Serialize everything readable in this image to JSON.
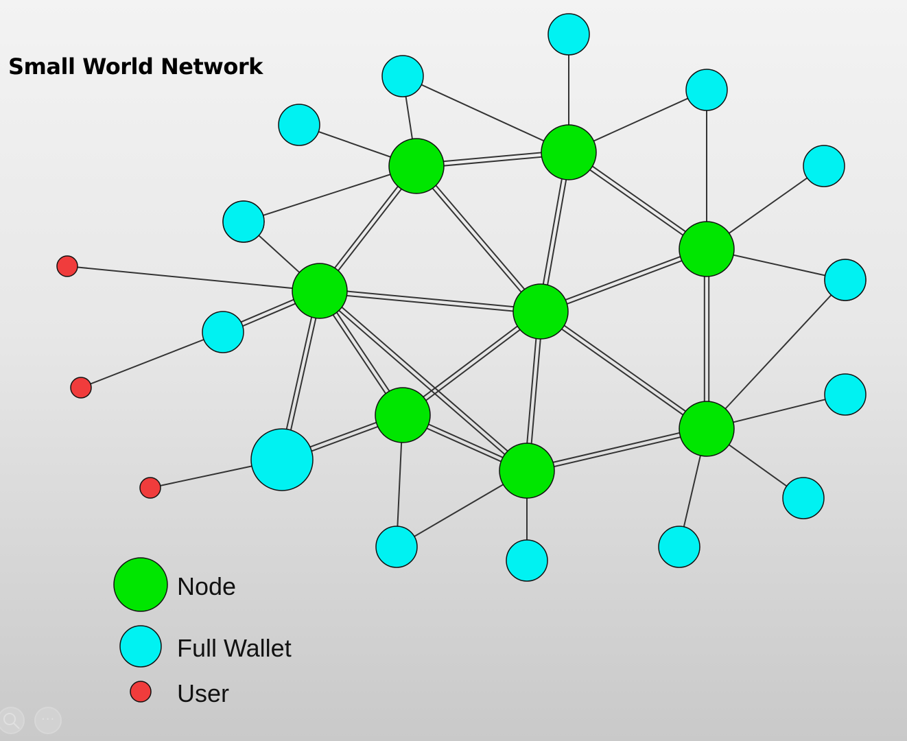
{
  "title": "Small World Network",
  "legend": {
    "node": "Node",
    "full_wallet": "Full Wallet",
    "user": "User"
  },
  "colors": {
    "node": "#00e600",
    "full_wallet": "#00f2f2",
    "user": "#f03c3c",
    "edge": "#333333"
  },
  "icons": {
    "zoom": "magnifier-icon",
    "more": "ellipsis-icon"
  },
  "graph": {
    "nodes": [
      {
        "id": "N1",
        "type": "node"
      },
      {
        "id": "N2",
        "type": "node"
      },
      {
        "id": "N3",
        "type": "node"
      },
      {
        "id": "N4",
        "type": "node"
      },
      {
        "id": "N5",
        "type": "node"
      },
      {
        "id": "N6",
        "type": "node"
      },
      {
        "id": "N7",
        "type": "node"
      },
      {
        "id": "N8",
        "type": "node"
      },
      {
        "id": "W1",
        "type": "full_wallet"
      },
      {
        "id": "W2",
        "type": "full_wallet"
      },
      {
        "id": "W3",
        "type": "full_wallet"
      },
      {
        "id": "W4",
        "type": "full_wallet"
      },
      {
        "id": "W5",
        "type": "full_wallet"
      },
      {
        "id": "W6",
        "type": "full_wallet"
      },
      {
        "id": "W7",
        "type": "full_wallet"
      },
      {
        "id": "W8",
        "type": "full_wallet"
      },
      {
        "id": "W9",
        "type": "full_wallet"
      },
      {
        "id": "W10",
        "type": "full_wallet"
      },
      {
        "id": "W11",
        "type": "full_wallet"
      },
      {
        "id": "W12",
        "type": "full_wallet"
      },
      {
        "id": "W13",
        "type": "full_wallet"
      },
      {
        "id": "W14",
        "type": "full_wallet"
      },
      {
        "id": "W15",
        "type": "full_wallet"
      },
      {
        "id": "W16",
        "type": "full_wallet"
      },
      {
        "id": "U1",
        "type": "user"
      },
      {
        "id": "U2",
        "type": "user"
      },
      {
        "id": "U3",
        "type": "user"
      }
    ],
    "edges": [
      {
        "from": "N1",
        "to": "N2",
        "style": "double"
      },
      {
        "from": "N1",
        "to": "N4",
        "style": "double"
      },
      {
        "from": "N1",
        "to": "N5",
        "style": "double"
      },
      {
        "from": "N1",
        "to": "W1",
        "style": "single"
      },
      {
        "from": "N1",
        "to": "W3",
        "style": "single"
      },
      {
        "from": "N1",
        "to": "W5",
        "style": "single"
      },
      {
        "from": "N2",
        "to": "N3",
        "style": "double"
      },
      {
        "from": "N2",
        "to": "N5",
        "style": "double"
      },
      {
        "from": "N2",
        "to": "W1",
        "style": "single"
      },
      {
        "from": "N2",
        "to": "W2",
        "style": "single"
      },
      {
        "from": "N2",
        "to": "W4",
        "style": "single"
      },
      {
        "from": "N3",
        "to": "N5",
        "style": "double"
      },
      {
        "from": "N3",
        "to": "N8",
        "style": "double"
      },
      {
        "from": "N3",
        "to": "W4",
        "style": "single"
      },
      {
        "from": "N3",
        "to": "W6",
        "style": "single"
      },
      {
        "from": "N3",
        "to": "W7",
        "style": "single"
      },
      {
        "from": "N4",
        "to": "N5",
        "style": "double"
      },
      {
        "from": "N4",
        "to": "N6",
        "style": "double"
      },
      {
        "from": "N4",
        "to": "N7",
        "style": "double"
      },
      {
        "from": "N4",
        "to": "W8",
        "style": "single"
      },
      {
        "from": "N4",
        "to": "W9",
        "style": "double"
      },
      {
        "from": "N4",
        "to": "W10",
        "style": "double"
      },
      {
        "from": "N4",
        "to": "U1",
        "style": "single"
      },
      {
        "from": "N5",
        "to": "N6",
        "style": "double"
      },
      {
        "from": "N5",
        "to": "N7",
        "style": "double"
      },
      {
        "from": "N5",
        "to": "N8",
        "style": "double"
      },
      {
        "from": "N6",
        "to": "N7",
        "style": "double"
      },
      {
        "from": "N6",
        "to": "W10",
        "style": "double"
      },
      {
        "from": "N6",
        "to": "W12",
        "style": "single"
      },
      {
        "from": "N7",
        "to": "N8",
        "style": "double"
      },
      {
        "from": "N7",
        "to": "W12",
        "style": "single"
      },
      {
        "from": "N7",
        "to": "W13",
        "style": "single"
      },
      {
        "from": "N8",
        "to": "W11",
        "style": "single"
      },
      {
        "from": "N8",
        "to": "W14",
        "style": "single"
      },
      {
        "from": "N8",
        "to": "W15",
        "style": "single"
      },
      {
        "from": "N8",
        "to": "W16",
        "style": "single"
      },
      {
        "from": "W9",
        "to": "U2",
        "style": "single"
      },
      {
        "from": "W10",
        "to": "U3",
        "style": "single"
      }
    ]
  }
}
